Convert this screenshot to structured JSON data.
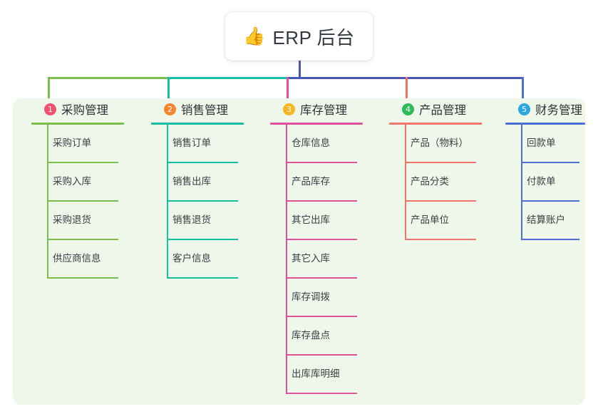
{
  "title": {
    "emoji": "👍",
    "emoji_name": "thumbs-up-icon",
    "text": "ERP 后台"
  },
  "colors": {
    "board_bg": "#eef7ea",
    "root_connector": "#4a55ba",
    "column_green": "#7dbd4c",
    "column_teal": "#17bfa0",
    "column_pink": "#e0519a",
    "column_red": "#f2756c",
    "column_blue": "#4a6fd6",
    "badge_1": "#f0526d",
    "badge_2": "#f5862e",
    "badge_3": "#f5b721",
    "badge_4": "#2fba5a",
    "badge_5": "#2aa7e0"
  },
  "columns": [
    {
      "index": "1",
      "title": "采购管理",
      "line_color": "#7dbd4c",
      "badge_color": "#f0526d",
      "items": [
        "采购订单",
        "采购入库",
        "采购退货",
        "供应商信息"
      ]
    },
    {
      "index": "2",
      "title": "销售管理",
      "line_color": "#17bfa0",
      "badge_color": "#f5862e",
      "items": [
        "销售订单",
        "销售出库",
        "销售退货",
        "客户信息"
      ]
    },
    {
      "index": "3",
      "title": "库存管理",
      "line_color": "#e0519a",
      "badge_color": "#f5b721",
      "items": [
        "仓库信息",
        "产品库存",
        "其它出库",
        "其它入库",
        "库存调拨",
        "库存盘点",
        "出库库明细"
      ]
    },
    {
      "index": "4",
      "title": "产品管理",
      "line_color": "#f2756c",
      "badge_color": "#2fba5a",
      "items": [
        "产品（物料）",
        "产品分类",
        "产品单位"
      ]
    },
    {
      "index": "5",
      "title": "财务管理",
      "line_color": "#4a6fd6",
      "badge_color": "#2aa7e0",
      "items": [
        "回款单",
        "付款单",
        "结算账户"
      ]
    }
  ]
}
